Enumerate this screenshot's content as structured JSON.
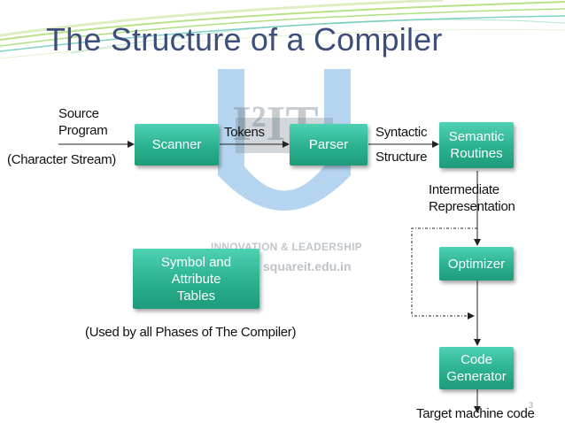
{
  "title": "The Structure of a Compiler",
  "labels": {
    "source_line1": "Source",
    "source_line2": "Program",
    "char_stream": "(Character Stream)",
    "tokens": "Tokens",
    "syntactic": "Syntactic",
    "structure": "Structure",
    "intermediate_line1": "Intermediate",
    "intermediate_line2": "Representation",
    "used_by": "(Used by all Phases of The Compiler)",
    "target": "Target machine code"
  },
  "boxes": {
    "scanner": [
      "Scanner"
    ],
    "parser": [
      "Parser"
    ],
    "semantic": [
      "Semantic",
      "Routines"
    ],
    "symbol": [
      "Symbol and",
      "Attribute",
      "Tables"
    ],
    "optimizer": [
      "Optimizer"
    ],
    "codegen": [
      "Code",
      "Generator"
    ]
  },
  "watermark": {
    "logo_text": "I²IT",
    "line1": "INNOVATION & LEADERSHIP",
    "line2": "squareit.edu.in"
  },
  "page_number": "3",
  "colors": {
    "title": "#3d4e7a",
    "box_top": "#4fd1b3",
    "box_bottom": "#1e9b7a",
    "decor_green": "#8fd14f",
    "decor_teal": "#2bb3a0",
    "watermark_blue": "#5aa0dc"
  }
}
